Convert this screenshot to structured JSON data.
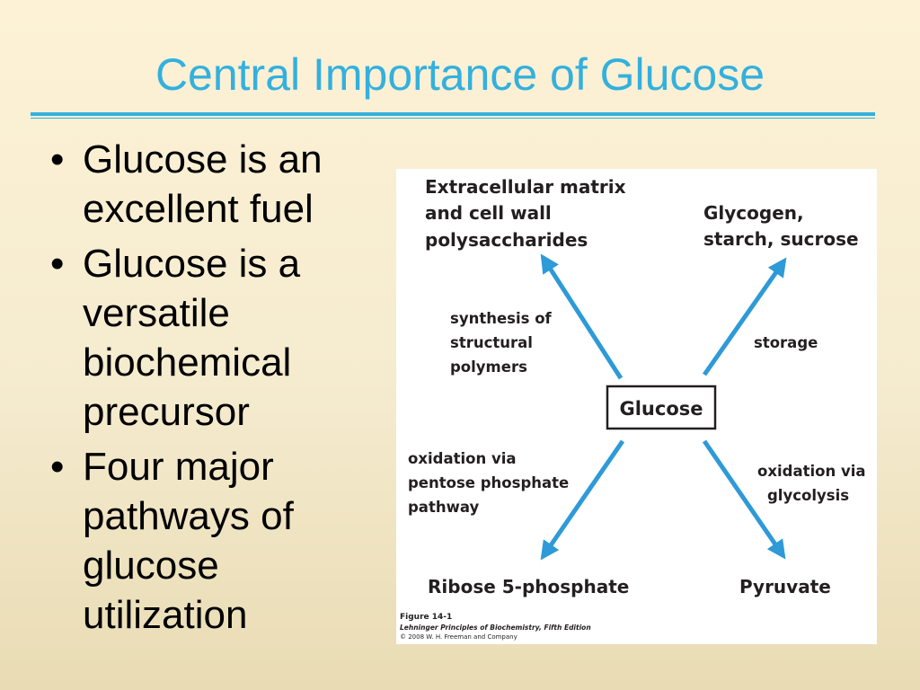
{
  "slide": {
    "title": "Central Importance of Glucose",
    "bullets": [
      "Glucose is an excellent fuel",
      "Glucose is a versatile biochemical precursor",
      "Four major pathways of glucose utilization"
    ],
    "bullet_char": "•"
  },
  "figure": {
    "center": "Glucose",
    "nodes": {
      "top_left": [
        "Extracellular matrix",
        "and cell wall",
        "polysaccharides"
      ],
      "top_right": [
        "Glycogen,",
        "starch, sucrose"
      ],
      "bottom_left": [
        "Ribose 5-phosphate"
      ],
      "bottom_right": [
        "Pyruvate"
      ]
    },
    "pathways": {
      "top_left": [
        "synthesis of",
        "structural",
        "polymers"
      ],
      "top_right": [
        "storage"
      ],
      "bottom_left": [
        "oxidation via",
        "pentose phosphate",
        "pathway"
      ],
      "bottom_right": [
        "oxidation via",
        "glycolysis"
      ]
    },
    "caption": {
      "figure": "Figure 14-1",
      "book": "Lehninger Principles of Biochemistry, Fifth Edition",
      "copyright": "© 2008 W. H. Freeman and Company"
    },
    "arrow_color": "#2e9ad7",
    "text_color": "#231f20"
  }
}
